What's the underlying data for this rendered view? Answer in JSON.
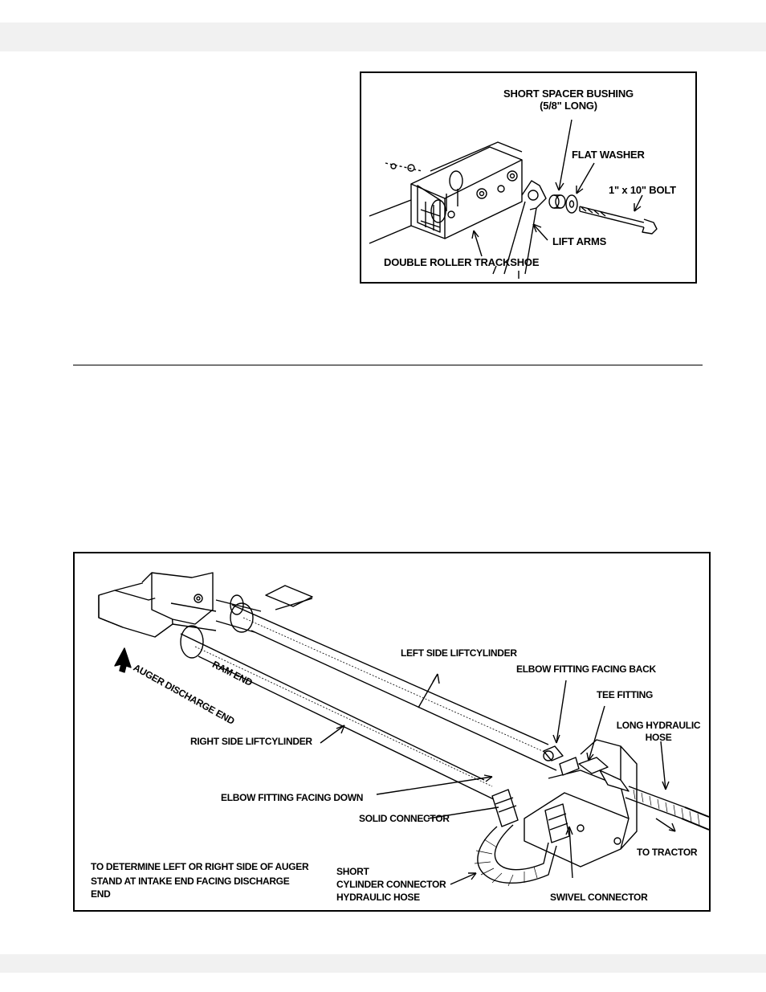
{
  "figure_top": {
    "labels": {
      "short_spacer_line1": "SHORT SPACER BUSHING",
      "short_spacer_line2": "(5/8\" LONG)",
      "flat_washer": "FLAT WASHER",
      "bolt": "1\" x 10\" BOLT",
      "lift_arms": "LIFT ARMS",
      "double_roller": "DOUBLE ROLLER TRACKSHOE"
    }
  },
  "figure_bottom": {
    "labels": {
      "left_side": "LEFT SIDE LIFTCYLINDER",
      "elbow_back": "ELBOW FITTING FACING BACK",
      "tee": "TEE FITTING",
      "long_hose_line1": "LONG HYDRAULIC",
      "long_hose_line2": "HOSE",
      "ram_end": "RAM END",
      "auger_discharge": "AUGER DISCHARGE END",
      "right_side": "RIGHT SIDE LIFTCYLINDER",
      "elbow_down": "ELBOW FITTING FACING DOWN",
      "solid_connector": "SOLID CONNECTOR",
      "to_tractor": "TO TRACTOR",
      "determine_line1": "TO DETERMINE LEFT OR RIGHT SIDE OF AUGER",
      "determine_line2": "STAND AT INTAKE END FACING DISCHARGE",
      "determine_line3": "END",
      "short_hose_line1": "SHORT",
      "short_hose_line2": "CYLINDER CONNECTOR",
      "short_hose_line3": "HYDRAULIC HOSE",
      "swivel": "SWIVEL CONNECTOR"
    }
  }
}
